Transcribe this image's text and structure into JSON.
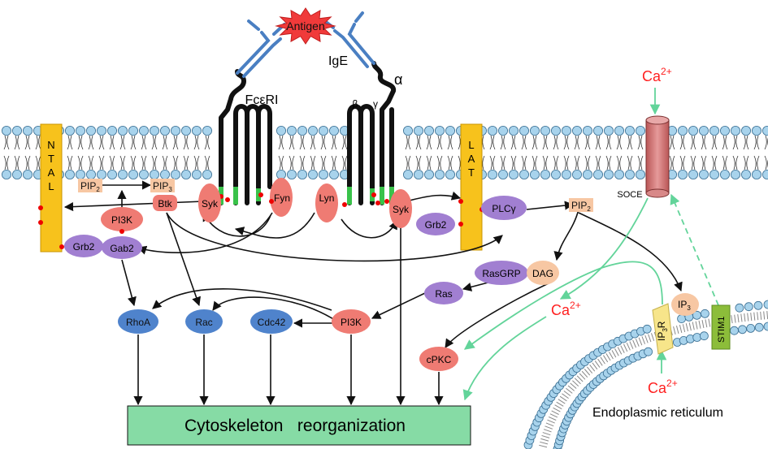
{
  "labels": {
    "antigen": "Antigen",
    "ige": "IgE",
    "alpha": "α",
    "fceri": "FcεRI",
    "beta": "β",
    "gamma": "γ",
    "ntal": [
      "N",
      "T",
      "A",
      "L"
    ],
    "lat": [
      "L",
      "A",
      "T"
    ],
    "pip2_left": "PIP",
    "pip2_left_sub": "2",
    "pip3": "PIP",
    "pip3_sub": "3",
    "btk": "Btk",
    "pi3k_small": "PI3K",
    "grb2_left": "Grb2",
    "gab2": "Gab2",
    "syk_left": "Syk",
    "fyn": "Fyn",
    "lyn": "Lyn",
    "syk_right": "Syk",
    "grb2_right": "Grb2",
    "plcg": "PLCγ",
    "pip2_right": "PIP",
    "pip2_right_sub": "2",
    "soce": "SOCE",
    "ca_top": "Ca",
    "ca_top_sup": "2+",
    "rasgrp": "RasGRP",
    "dag": "DAG",
    "ras": "Ras",
    "rhoa": "RhoA",
    "rac": "Rac",
    "cdc42": "Cdc42",
    "pi3k_main": "PI3K",
    "cpkc": "cPKC",
    "ca_mid": "Ca",
    "ca_mid_sup": "2+",
    "ip3r": "IP",
    "ip3r_sub": "3",
    "ip3r_tail": "R",
    "ip3": "IP",
    "ip3_sub": "3",
    "stim1": "STIM1",
    "ca_er": "Ca",
    "ca_er_sup": "2+",
    "er": "Endoplasmic reticulum",
    "cytoskeleton": "Cytoskeleton   reorganization"
  },
  "colors": {
    "kinase_red": "#ef7b73",
    "adaptor_purple": "#a17fd1",
    "gtpase_blue": "#4f83cc",
    "lipid_peach": "#f7c7a3",
    "scaffold_orange": "#f7c21c",
    "cytoskeleton_green": "#86dba5",
    "calcium_red": "#ff2020",
    "calcium_arrow": "#63d49a",
    "stim_green": "#8cbd3a",
    "membrane_blue": "#a8d3ec",
    "antibody_blue": "#4a7fc2",
    "itam_green": "#39c24a"
  }
}
